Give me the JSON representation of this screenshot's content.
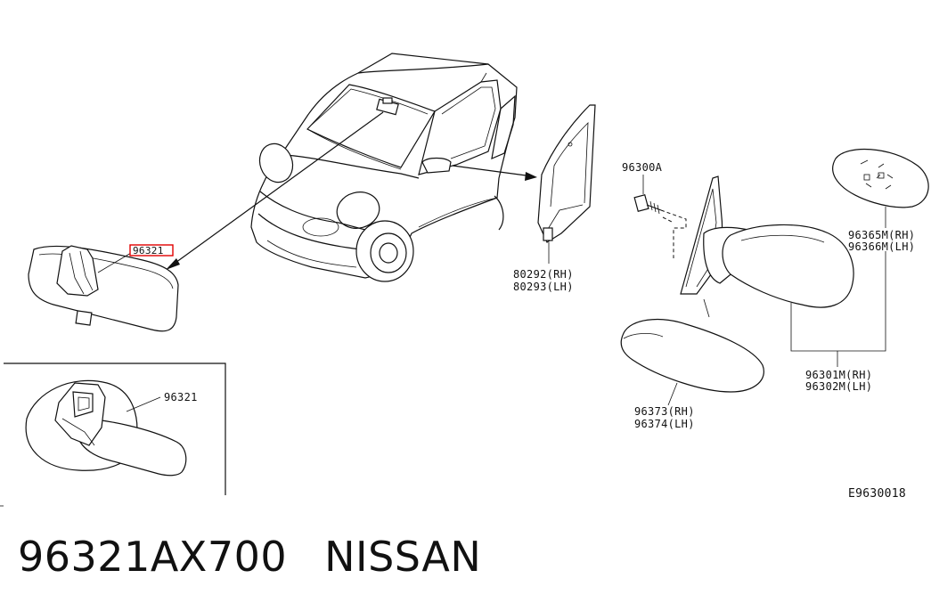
{
  "labels": {
    "highlighted_part": "96321",
    "inset_part": "96321",
    "bolt": "96300A",
    "finisher_rh": "80292(RH)",
    "finisher_lh": "80293(LH)",
    "glass_rh": "96365M(RH)",
    "glass_lh": "96366M(LH)",
    "mirror_rh": "96301M(RH)",
    "mirror_lh": "96302M(LH)",
    "cover_rh": "96373(RH)",
    "cover_lh": "96374(LH)",
    "diagram_code": "E9630018"
  },
  "footer": {
    "part_number": "96321AX700",
    "brand": "NISSAN"
  },
  "colors": {
    "line": "#111111",
    "highlight": "#e00000",
    "background": "#ffffff"
  }
}
